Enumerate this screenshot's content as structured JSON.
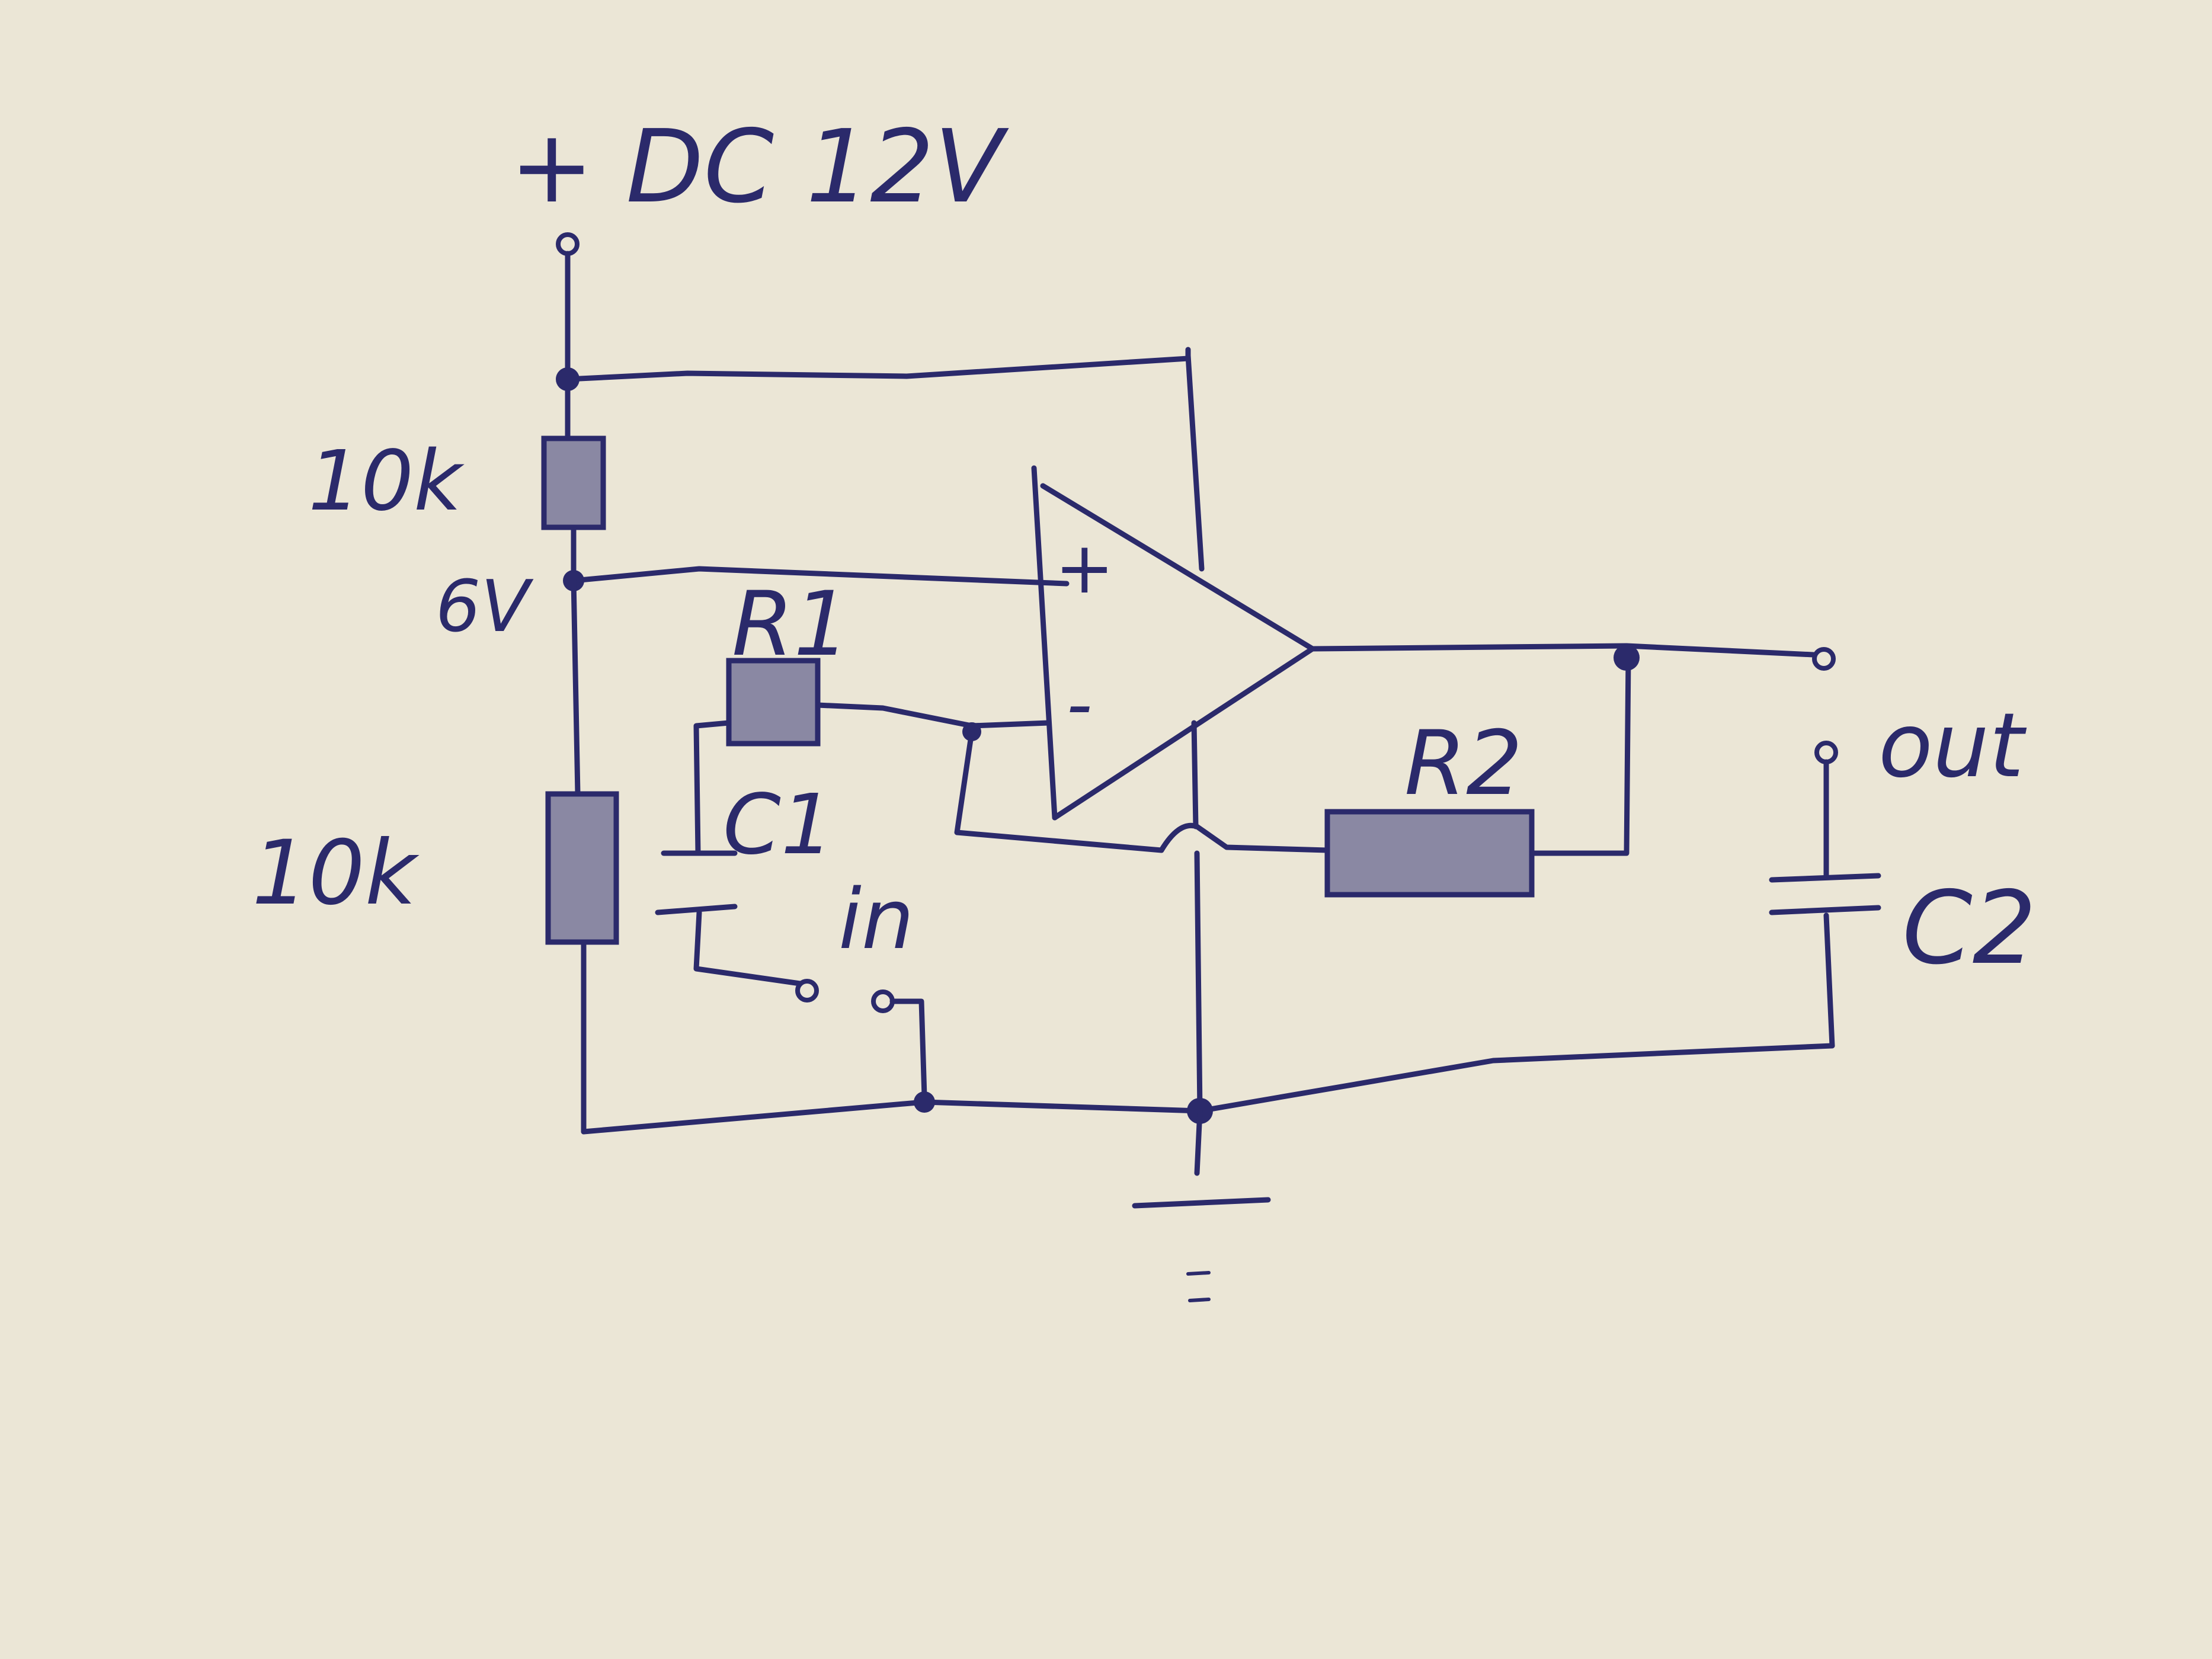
{
  "labels": {
    "supply": "+ DC 12V",
    "r_top": "10k",
    "mid_voltage": "6V",
    "r_bottom": "10k",
    "r1": "R1",
    "c1": "C1",
    "input": "in",
    "opamp_plus": "+",
    "opamp_minus": "-",
    "r2": "R2",
    "output": "out",
    "c2": "C2"
  },
  "colors": {
    "paper": "#ebe6d6",
    "ink": "#2b2a6b"
  }
}
